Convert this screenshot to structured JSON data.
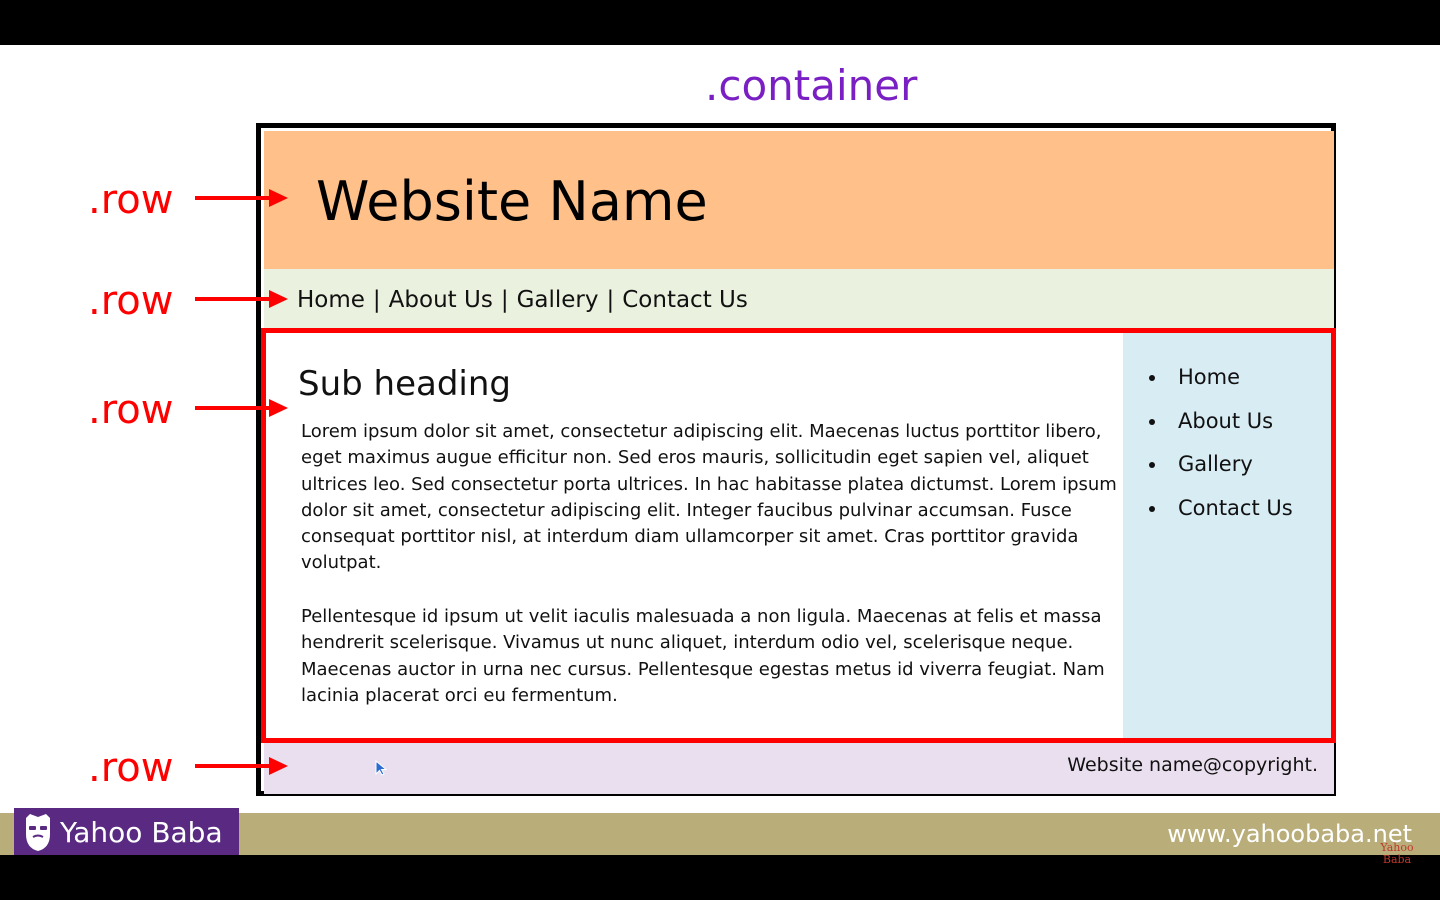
{
  "slide": {
    "container_label": ".container",
    "row_labels": [
      ".row",
      ".row",
      ".row",
      ".row"
    ]
  },
  "mockup": {
    "site_name": "Website Name",
    "nav": {
      "items": [
        "Home",
        "About Us",
        "Gallery",
        "Contact Us"
      ],
      "separator": "|"
    },
    "content": {
      "sub_heading": "Sub heading",
      "paragraphs": [
        "Lorem ipsum dolor sit amet, consectetur adipiscing elit. Maecenas luctus porttitor libero, eget maximus augue efficitur non. Sed eros mauris, sollicitudin eget sapien vel, aliquet ultrices leo. Sed consectetur porta ultrices. In hac habitasse platea dictumst. Lorem ipsum dolor sit amet, consectetur adipiscing elit. Integer faucibus pulvinar accumsan. Fusce consequat porttitor nisl, at interdum diam ullamcorper sit amet. Cras porttitor gravida volutpat.",
        "Pellentesque id ipsum ut velit iaculis malesuada a non ligula. Maecenas at felis et massa hendrerit scelerisque. Vivamus ut nunc aliquet, interdum odio vel, scelerisque neque.   Maecenas auctor in urna nec cursus. Pellentesque egestas metus id viverra feugiat. Nam lacinia placerat orci eu fermentum."
      ]
    },
    "sidebar": {
      "items": [
        "Home",
        "About Us",
        "Gallery",
        "Contact Us"
      ]
    },
    "footer": {
      "text": "Website name@copyright."
    }
  },
  "branding": {
    "name": "Yahoo Baba",
    "url": "www.yahoobaba.net",
    "watermark_line1": "Yahoo",
    "watermark_line2": "Baba"
  },
  "colors": {
    "container_label": "#7a1fc4",
    "row_label": "#ff0000",
    "header_bg": "#ffc08a",
    "nav_bg": "#eaf2df",
    "sidebar_bg": "#d8ecf4",
    "footer_bg": "#e9dfee",
    "brand_bar": "#b9ad7a",
    "brand_logo_bg": "#5a2a82"
  }
}
